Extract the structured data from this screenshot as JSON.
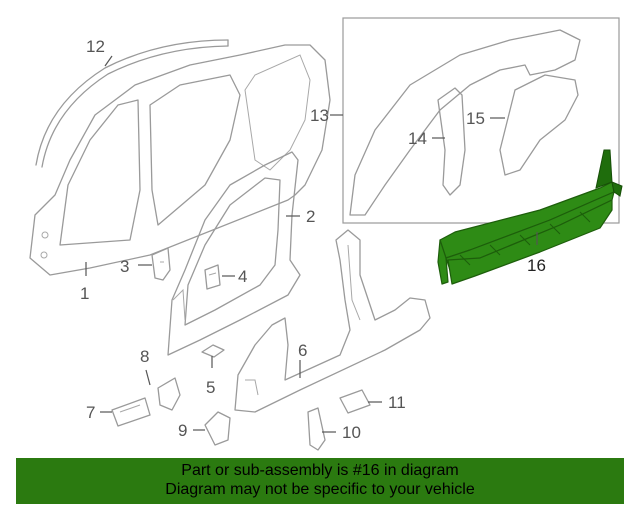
{
  "callouts": {
    "c1": "1",
    "c2": "2",
    "c3": "3",
    "c4": "4",
    "c5": "5",
    "c6": "6",
    "c7": "7",
    "c8": "8",
    "c9": "9",
    "c10": "10",
    "c11": "11",
    "c12": "12",
    "c13": "13",
    "c14": "14",
    "c15": "15",
    "c16": "16"
  },
  "banner": {
    "line1": "Part or sub-assembly is #16 in diagram",
    "line2": "Diagram may not be specific to your vehicle"
  },
  "colors": {
    "highlight": "#2e8b15",
    "banner": "#2b7a10",
    "part_outline": "#9a9a9a"
  }
}
